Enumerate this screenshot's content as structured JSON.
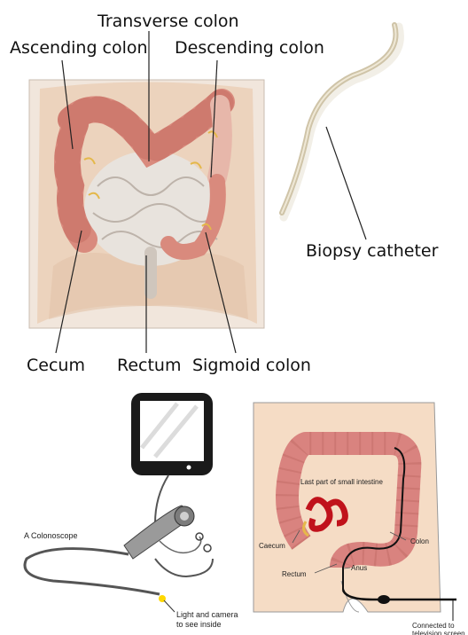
{
  "top_left": {
    "labels": {
      "transverse": "Transverse colon",
      "ascending": "Ascending colon",
      "descending": "Descending colon",
      "cecum": "Cecum",
      "rectum": "Rectum",
      "sigmoid": "Sigmoid colon"
    }
  },
  "top_right": {
    "label": "Biopsy catheter"
  },
  "bottom_left": {
    "title": "A Colonoscope",
    "light_label_line1": "Light and camera",
    "light_label_line2": "to see inside"
  },
  "bottom_right": {
    "labels": {
      "small_intestine": "Last part of small intestine",
      "caecum": "Caecum",
      "colon": "Colon",
      "rectum": "Rectum",
      "anus": "Anus",
      "connected_line1": "Connected to",
      "connected_line2": "television screen"
    }
  },
  "colors": {
    "colon_pink": "#d9837f",
    "skin": "#f2d9c2",
    "body_fill": "#f5dcc5",
    "monitor": "#1a1a1a",
    "light": "#ffd800"
  }
}
